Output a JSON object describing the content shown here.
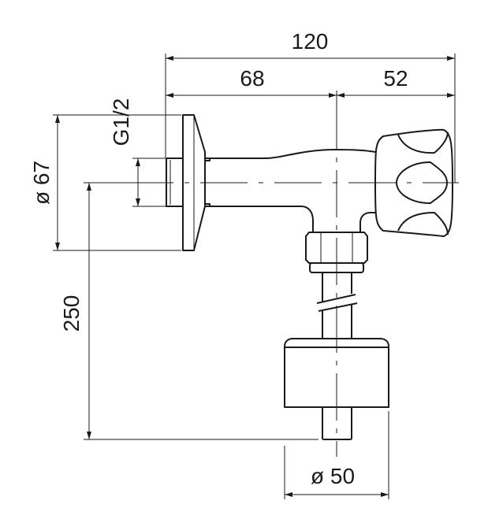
{
  "title": "Wall valve with bell float technical drawing",
  "dimensions": {
    "overall_length": "120",
    "flange_to_axis": "68",
    "axis_to_knob": "52",
    "thread": "G1/2",
    "flange_diameter": "ø 67",
    "height": "250",
    "float_diameter": "ø 50"
  },
  "colors": {
    "line": "#1a1a1a",
    "background": "#ffffff"
  }
}
